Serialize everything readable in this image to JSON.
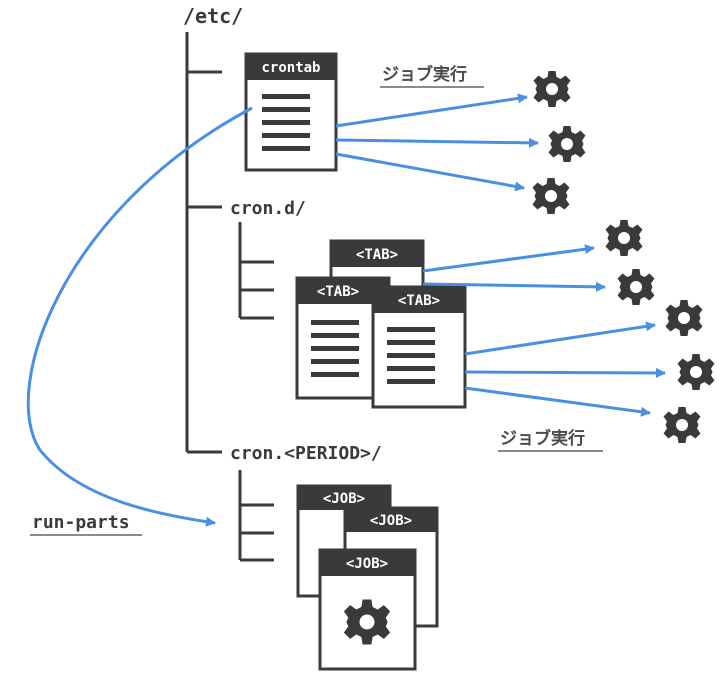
{
  "tree": {
    "root": "/etc/",
    "crontab": "crontab",
    "cron_d": "cron.d/",
    "cron_period": "cron.<PERIOD>/"
  },
  "files": {
    "tab": "<TAB>",
    "job": "<JOB>"
  },
  "labels": {
    "job_exec_top": "ジョブ実行",
    "job_exec_bottom": "ジョブ実行",
    "run_parts": "run-parts"
  },
  "colors": {
    "ink": "#3a3a3a",
    "arrow": "#4a90e2"
  },
  "icons": {
    "job": "gear-icon"
  }
}
